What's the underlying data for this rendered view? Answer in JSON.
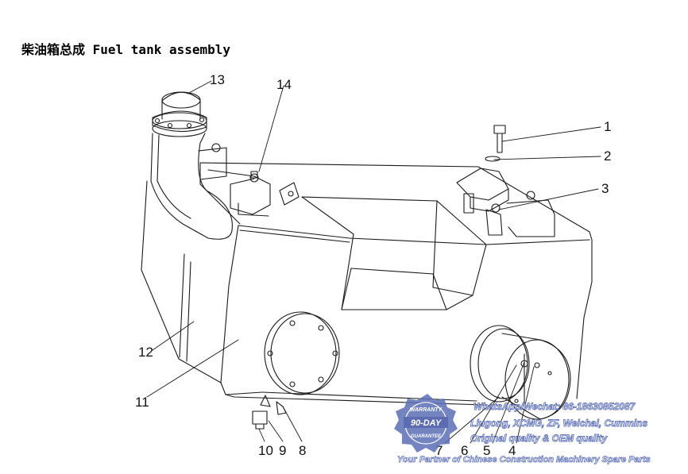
{
  "title": "柴油箱总成 Fuel tank assembly",
  "callouts": [
    "1",
    "2",
    "3",
    "4",
    "5",
    "6",
    "7",
    "8",
    "9",
    "10",
    "11",
    "12",
    "13",
    "14"
  ],
  "watermark": {
    "badge_top": "WARRANTY",
    "badge_mid": "90-DAY",
    "badge_bottom": "GUARANTEE",
    "lines": [
      "WhatsApp/Wechat: 86-18630852087",
      "Liugong, XCMG, ZF, Weichai, Cummins",
      "Original quality & OEM quality",
      "Your Partner of Chinese Construction Machinery Spare Parts"
    ],
    "colors": {
      "badge": "#5b6fb6",
      "text": "#4a5fae"
    }
  }
}
